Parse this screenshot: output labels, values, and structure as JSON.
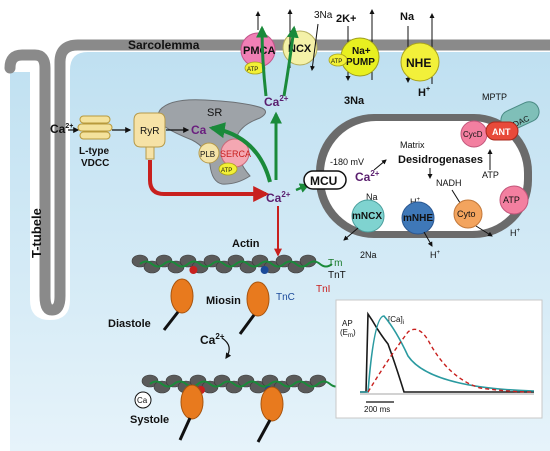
{
  "labels": {
    "sarcolemma": "Sarcolemma",
    "t_tubele": "T-tubele",
    "ca_extra": "Ca",
    "ca_extra_sup": "2+",
    "l_type": "L-type",
    "vdcc": "VDCC",
    "sr": "SR",
    "ryr": "RyR",
    "ca_sr": "Ca",
    "plb": "PLB",
    "serca": "SERCA",
    "atp_serca": "ATP",
    "pmca": "PMCA",
    "atp_pmca": "ATP",
    "ncx": "NCX",
    "three_na_top": "3Na",
    "ca_pump": "Ca",
    "ca_pump_sup": "2+",
    "three_na_bottom": "3Na",
    "two_k": "2K+",
    "na_top": "Na",
    "na_pump_line1": "Na+",
    "na_pump_line2": "PUMP",
    "atp_napump": "ATP",
    "nhe": "NHE",
    "h_nhe": "H",
    "h_nhe_sup": "+",
    "mptp": "MPTP",
    "vdac": "VDAC",
    "ant": "ANT",
    "cycd": "CycD",
    "matrix": "Matrix",
    "minus180": "-180 mV",
    "desidrogenases": "Desidrogenases",
    "mcu": "MCU",
    "ca_matrix": "Ca",
    "ca_matrix_sup": "2+",
    "na_matrix": "Na",
    "h_matrix1": "H",
    "h_matrix1_sup": "+",
    "nadh": "NADH",
    "atp_mito1": "ATP",
    "atp_mito2": "ATP",
    "mncx": "mNCX",
    "mnhe": "mNHE",
    "cyto": "Cyto",
    "two_na": "2Na",
    "h_mito_bottom": "H",
    "h_mito_bottom_sup": "+",
    "h_mito_right": "H",
    "h_mito_right_sup": "+",
    "ca_cyto": "Ca",
    "ca_cyto_sup": "2+",
    "actin": "Actin",
    "tm": "Tm",
    "tnt": "TnT",
    "tni": "TnI",
    "tnc": "TnC",
    "miosin": "Miosin",
    "diastole": "Diastole",
    "ca_mid": "Ca",
    "ca_mid_sup": "2+",
    "ca_systole": "Ca",
    "systole": "Systole",
    "inset_ap": "AP",
    "inset_em": "(E",
    "inset_em_sub": "m",
    "inset_em_close": ")",
    "inset_ca": "[Ca]",
    "inset_ca_sub": "i",
    "inset_scale": "200 ms"
  },
  "colors": {
    "membrane": "#8a8a8a",
    "cytoplasm": "#cfe6f3",
    "green_arrow": "#1a8a3a",
    "red_arrow": "#c8201e",
    "ca_text": "#5a1e6e",
    "pmca": "#f07fb5",
    "ncx": "#f4f1a8",
    "na_pump": "#e8f020",
    "nhe": "#f2f03a",
    "mcu": "#ffffff",
    "mncx": "#7fd3d0",
    "mnhe": "#3f78b8",
    "cyto": "#f3a45e",
    "atp_mito": "#f37fa0",
    "cycd": "#f37fa0",
    "ant": "#e84a3a",
    "vdac": "#7fbfb8",
    "myosin": "#e87a1e",
    "actin": "#5a5a5a",
    "ap_trace": "#1a1a1a",
    "ca_trace_teal": "#2a9aa0",
    "ca_trace_red": "#c8201e"
  },
  "icons": [
    "l-type-vdcc-icon",
    "ryr-icon",
    "sr-icon",
    "mitochondrion-icon",
    "myosin-icon",
    "actin-filament-icon"
  ]
}
